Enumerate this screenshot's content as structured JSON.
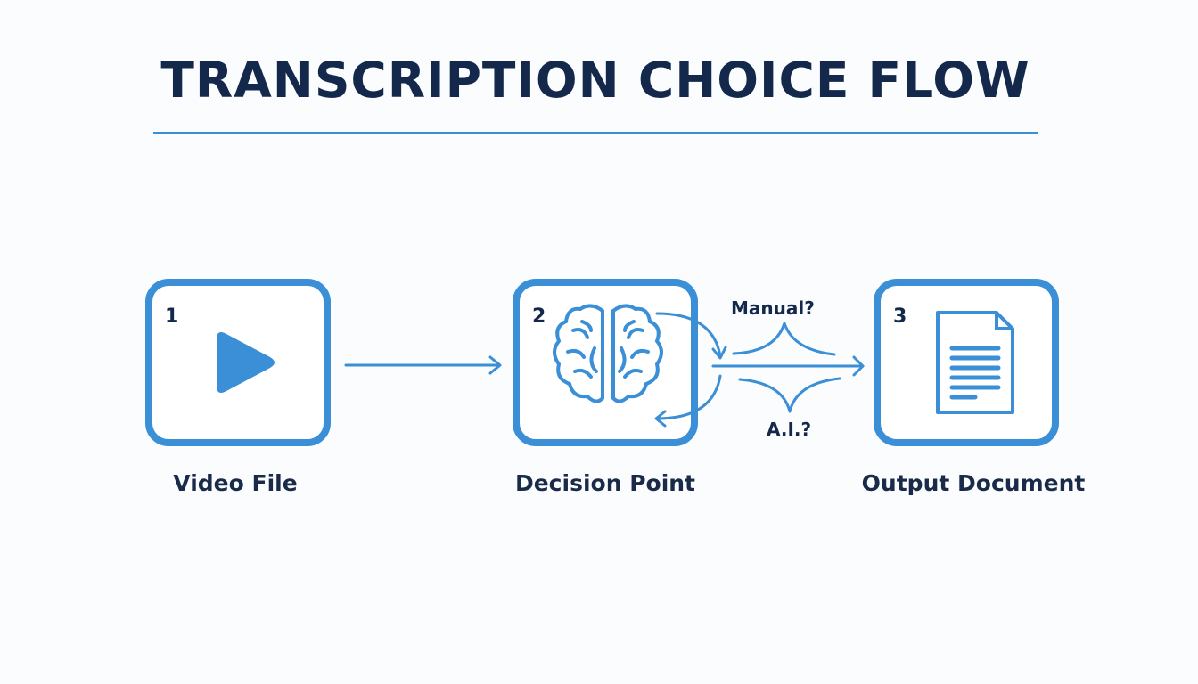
{
  "title": "TRANSCRIPTION CHOICE FLOW",
  "steps": [
    {
      "number": "1",
      "label": "Video File",
      "icon": "play-icon"
    },
    {
      "number": "2",
      "label": "Decision Point",
      "icon": "brain-icon"
    },
    {
      "number": "3",
      "label": "Output Document",
      "icon": "document-icon"
    }
  ],
  "branches": {
    "top": "Manual?",
    "bottom": "A.I.?"
  },
  "colors": {
    "accent": "#3a8fd6",
    "text": "#13284b"
  }
}
